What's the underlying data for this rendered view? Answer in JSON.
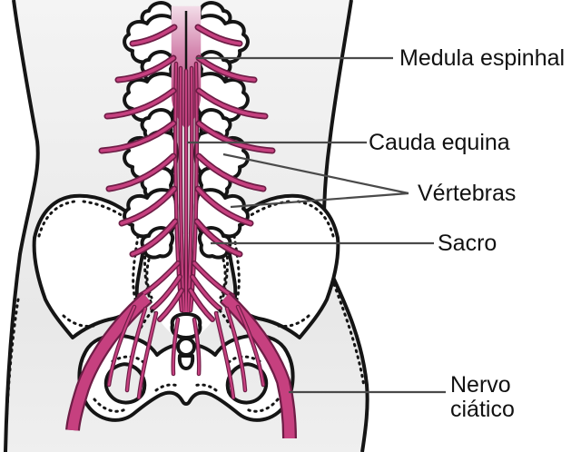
{
  "diagram": {
    "labels": {
      "medula_espinhal": "Medula espinhal",
      "cauda_equina": "Cauda equina",
      "vertebras": "Vértebras",
      "sacro": "Sacro",
      "nervo_ciatico": "Nervo\nciático"
    },
    "colors": {
      "nerve_pink": "#c6407f",
      "nerve_dark_outline": "#6e1d46",
      "cord_light_pink": "#f2dbe7",
      "bone_white": "#ffffff",
      "ink_black": "#151515",
      "leader_gray": "#4a4a4a",
      "body_gray": "#efefef",
      "background_white": "#ffffff"
    }
  }
}
